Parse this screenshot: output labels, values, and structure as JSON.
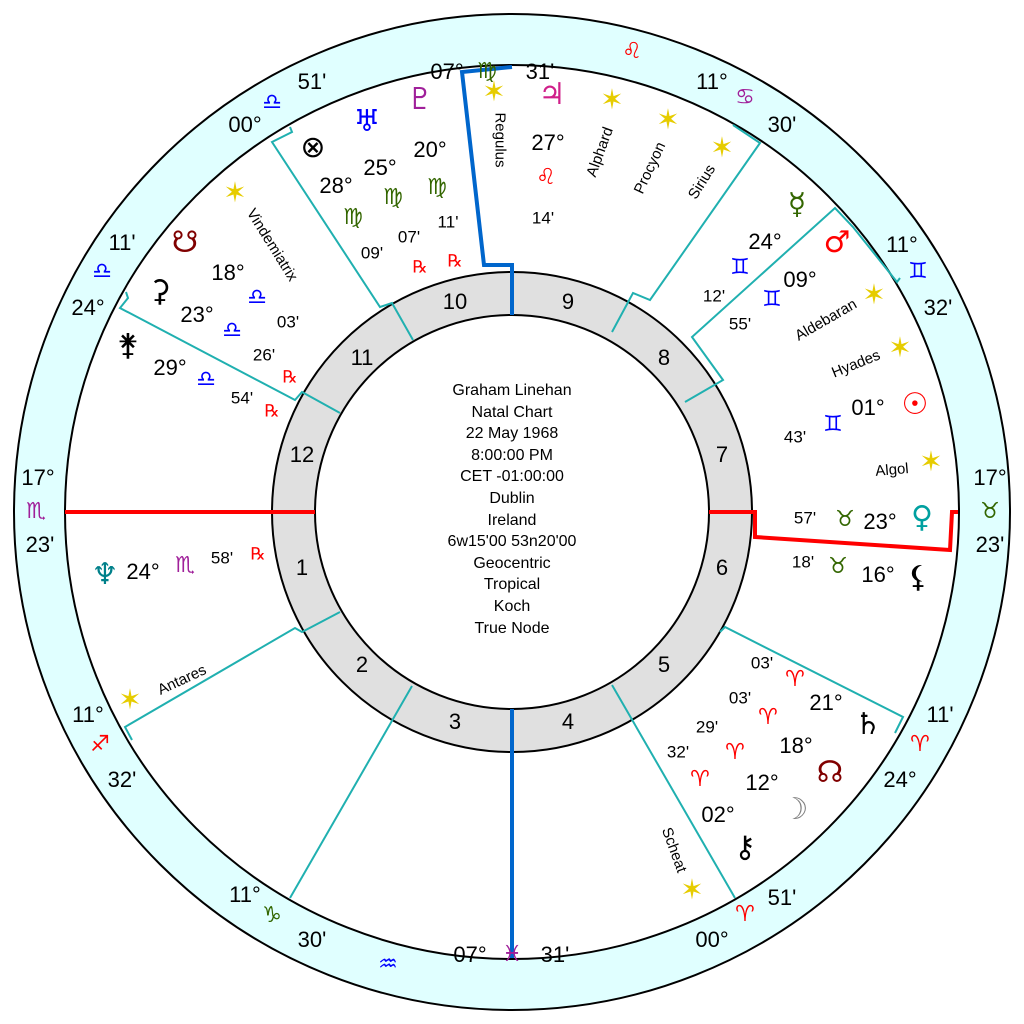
{
  "center_info": [
    "Graham Linehan",
    "Natal Chart",
    "22 May 1968",
    "8:00:00 PM",
    "CET -01:00:00",
    "Dublin",
    "Ireland",
    "6w15'00 53n20'00",
    "Geocentric",
    "Tropical",
    "Koch",
    "True Node"
  ],
  "houses": [
    "1",
    "2",
    "3",
    "4",
    "5",
    "6",
    "7",
    "8",
    "9",
    "10",
    "11",
    "12"
  ],
  "band": [
    {
      "deg": "07°",
      "sign": "virgo",
      "glyph": "♍",
      "min": "31'"
    },
    {
      "deg": "11°",
      "sign": "cancer",
      "glyph": "♋",
      "min": "30'"
    },
    {
      "deg": "11°",
      "sign": "gemini",
      "glyph": "♊",
      "min": "32'"
    },
    {
      "deg": "17°",
      "sign": "taurus",
      "glyph": "♉",
      "min": "23'"
    },
    {
      "deg": "24°",
      "sign": "aries",
      "glyph": "♈",
      "min": "11'"
    },
    {
      "deg": "00°",
      "sign": "aries",
      "glyph": "♈",
      "min": "51'"
    },
    {
      "deg": "07°",
      "sign": "pisces",
      "glyph": "♓",
      "min": "31'"
    },
    {
      "deg": "11°",
      "sign": "capricorn",
      "glyph": "♑",
      "min": "30'"
    },
    {
      "deg": "11°",
      "sign": "sagittarius",
      "glyph": "♐",
      "min": "32'"
    },
    {
      "deg": "17°",
      "sign": "scorpio",
      "glyph": "♏",
      "min": "23'"
    },
    {
      "deg": "24°",
      "sign": "libra",
      "glyph": "♎",
      "min": "11'"
    },
    {
      "deg": "00°",
      "sign": "libra",
      "glyph": "♎",
      "min": "51'"
    }
  ],
  "band_extra": [
    {
      "sign": "leo",
      "glyph": "♌"
    },
    {
      "sign": "aquarius",
      "glyph": "♒"
    }
  ],
  "planets": [
    {
      "name": "part-of-fortune",
      "glyph": "⊗",
      "deg": "28°",
      "sign": "virgo",
      "sign_glyph": "♍",
      "min": "09'",
      "retro": ""
    },
    {
      "name": "uranus",
      "glyph": "♅",
      "deg": "25°",
      "sign": "virgo",
      "sign_glyph": "♍",
      "min": "07'",
      "retro": "℞"
    },
    {
      "name": "pluto",
      "glyph": "♇",
      "deg": "20°",
      "sign": "virgo",
      "sign_glyph": "♍",
      "min": "11'",
      "retro": "℞"
    },
    {
      "name": "jupiter",
      "glyph": "♃",
      "deg": "27°",
      "sign": "leo",
      "sign_glyph": "♌",
      "min": "14'",
      "retro": ""
    },
    {
      "name": "mercury",
      "glyph": "☿",
      "deg": "24°",
      "sign": "gemini",
      "sign_glyph": "♊",
      "min": "12'",
      "retro": ""
    },
    {
      "name": "mars",
      "glyph": "♂",
      "deg": "09°",
      "sign": "gemini",
      "sign_glyph": "♊",
      "min": "55'",
      "retro": ""
    },
    {
      "name": "sun",
      "glyph": "☉",
      "deg": "01°",
      "sign": "gemini",
      "sign_glyph": "♊",
      "min": "43'",
      "retro": ""
    },
    {
      "name": "venus",
      "glyph": "♀",
      "deg": "23°",
      "sign": "taurus",
      "sign_glyph": "♉",
      "min": "57'",
      "retro": ""
    },
    {
      "name": "lilith",
      "glyph": "⚸",
      "deg": "16°",
      "sign": "taurus",
      "sign_glyph": "♉",
      "min": "18'",
      "retro": ""
    },
    {
      "name": "saturn",
      "glyph": "♄",
      "deg": "21°",
      "sign": "aries",
      "sign_glyph": "♈",
      "min": "03'",
      "retro": ""
    },
    {
      "name": "north-node",
      "glyph": "☊",
      "deg": "18°",
      "sign": "aries",
      "sign_glyph": "♈",
      "min": "03'",
      "retro": ""
    },
    {
      "name": "moon",
      "glyph": "☽",
      "deg": "12°",
      "sign": "aries",
      "sign_glyph": "♈",
      "min": "29'",
      "retro": ""
    },
    {
      "name": "chiron",
      "glyph": "⚷",
      "deg": "02°",
      "sign": "aries",
      "sign_glyph": "♈",
      "min": "32'",
      "retro": ""
    },
    {
      "name": "south-node",
      "glyph": "☋",
      "deg": "18°",
      "sign": "libra",
      "sign_glyph": "♎",
      "min": "03'",
      "retro": ""
    },
    {
      "name": "ceres",
      "glyph": "⚳",
      "deg": "23°",
      "sign": "libra",
      "sign_glyph": "♎",
      "min": "26'",
      "retro": "℞"
    },
    {
      "name": "juno",
      "glyph": "⚵",
      "deg": "29°",
      "sign": "libra",
      "sign_glyph": "♎",
      "min": "54'",
      "retro": "℞"
    },
    {
      "name": "neptune",
      "glyph": "♆",
      "deg": "24°",
      "sign": "scorpio",
      "sign_glyph": "♏",
      "min": "58'",
      "retro": "℞"
    }
  ],
  "stars": [
    {
      "name": "Regulus"
    },
    {
      "name": "Alphard"
    },
    {
      "name": "Procyon"
    },
    {
      "name": "Sirius"
    },
    {
      "name": "Aldebaran"
    },
    {
      "name": "Hyades"
    },
    {
      "name": "Algol"
    },
    {
      "name": "Scheat"
    },
    {
      "name": "Antares"
    },
    {
      "name": "Vindemiatrix"
    }
  ],
  "star_glyph": "✶",
  "colors": {
    "band_fill": "#e0ffff",
    "ring_fill": "#e0e0e0",
    "cusp_line": "#20b0b0",
    "asc_axis": "#ff0000",
    "mc_axis": "#0066cc",
    "star": "#e6cc00",
    "fire": "#ff0000",
    "earth": "#336600",
    "air": "#0000ff",
    "water": "#a0209a"
  }
}
